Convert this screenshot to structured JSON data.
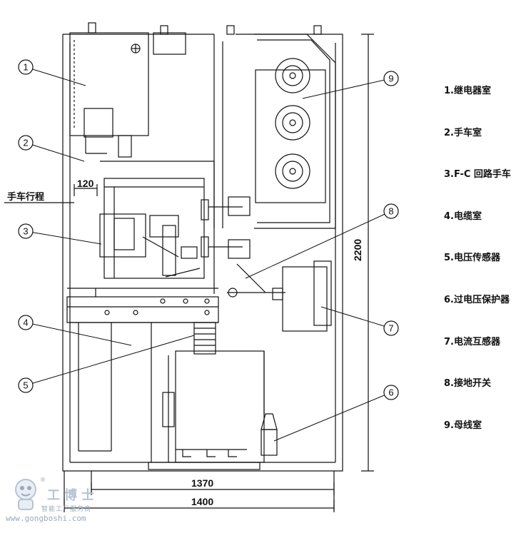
{
  "callouts": [
    "1",
    "2",
    "3",
    "4",
    "5",
    "6",
    "7",
    "8",
    "9"
  ],
  "legend": [
    "1.继电器室",
    "2.手车室",
    "3.F-C 回路手车",
    "4.电缆室",
    "5.电压传感器",
    "6.过电压保护器",
    "7.电流互感器",
    "8.接地开关",
    "9.母线室"
  ],
  "dimensions": {
    "travel_label": "手车行程",
    "travel_value": "120",
    "height": "2200",
    "depth_inner": "1370",
    "depth_outer": "1400"
  },
  "watermark": {
    "brand": "工博士",
    "subtitle": "智能工厂服务商",
    "url": "www.gongboshi.com",
    "registered": "®"
  },
  "colors": {
    "line": "#111111",
    "watermark": "#b7c3d3"
  }
}
